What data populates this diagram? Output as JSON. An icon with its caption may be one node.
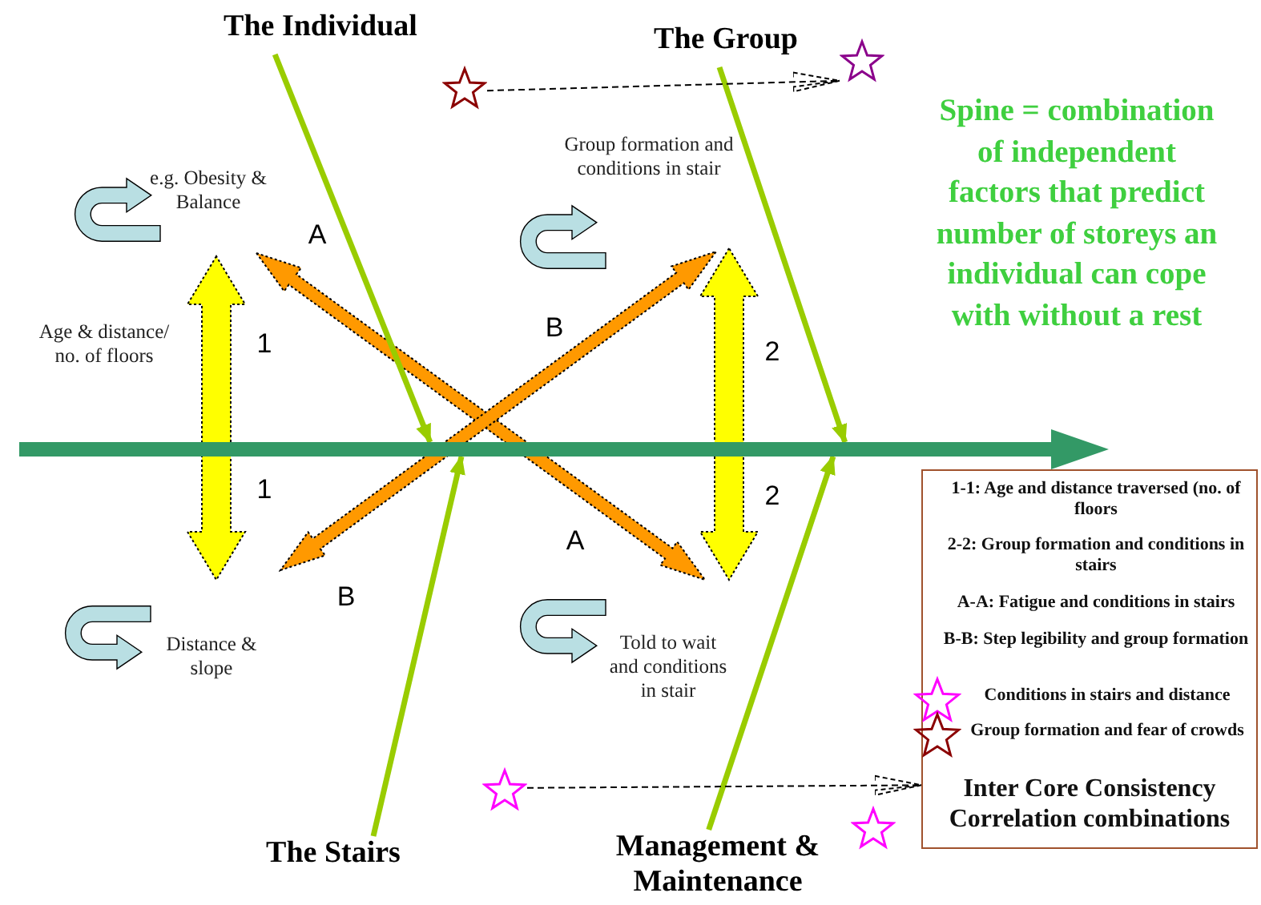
{
  "diagram": {
    "nodes": [
      {
        "text": [
          "The Individual"
        ]
      },
      {
        "text": [
          "The Group"
        ]
      },
      {
        "text": [
          "The Stairs"
        ]
      },
      {
        "text": [
          "Management & Maintenance"
        ]
      },
      {
        "text": [],
        "shape": "bar"
      },
      {
        "text": [],
        "shape": "star"
      },
      {
        "text": [],
        "shape": "star"
      },
      {
        "text": [],
        "shape": "star"
      },
      {
        "text": [],
        "shape": "star"
      },
      {
        "text": [
          "Inter Core Consistency Correlation combinations"
        ]
      }
    ],
    "edges": [
      {
        "from": 0,
        "to": 4,
        "arrow": "to"
      },
      {
        "from": 1,
        "to": 4,
        "arrow": "to"
      },
      {
        "from": 2,
        "to": 4,
        "arrow": "to"
      },
      {
        "from": 3,
        "to": 4,
        "arrow": "to"
      },
      {
        "from": 5,
        "to": 6,
        "arrow": "to",
        "style": "dashed",
        "color": "#000000"
      },
      {
        "from": 7,
        "to": 9,
        "arrow": "to",
        "style": "dashed",
        "color": "#000000"
      }
    ],
    "labels": [
      "Spine = combination of independent factors that predict number of storeys an individual can cope with without a rest",
      "e.g. Obesity & Balance",
      "Group formation and conditions in stair",
      "A",
      "B",
      "Age & distance/ no. of floors",
      "1",
      "2",
      "1",
      "2",
      "A",
      "B",
      "Distance & slope",
      "Told to wait and conditions in stair"
    ],
    "legend": [
      {
        "text": "1-1: Age and distance traversed (no. of floors"
      },
      {
        "text": "2-2: Group formation and conditions in stairs"
      },
      {
        "text": "A-A: Fatigue and conditions in stairs"
      },
      {
        "text": "B-B: Step legibility and group formation"
      },
      {
        "text": "Conditions in stairs and distance"
      },
      {
        "text": "Group formation and fear of crowds"
      }
    ]
  }
}
